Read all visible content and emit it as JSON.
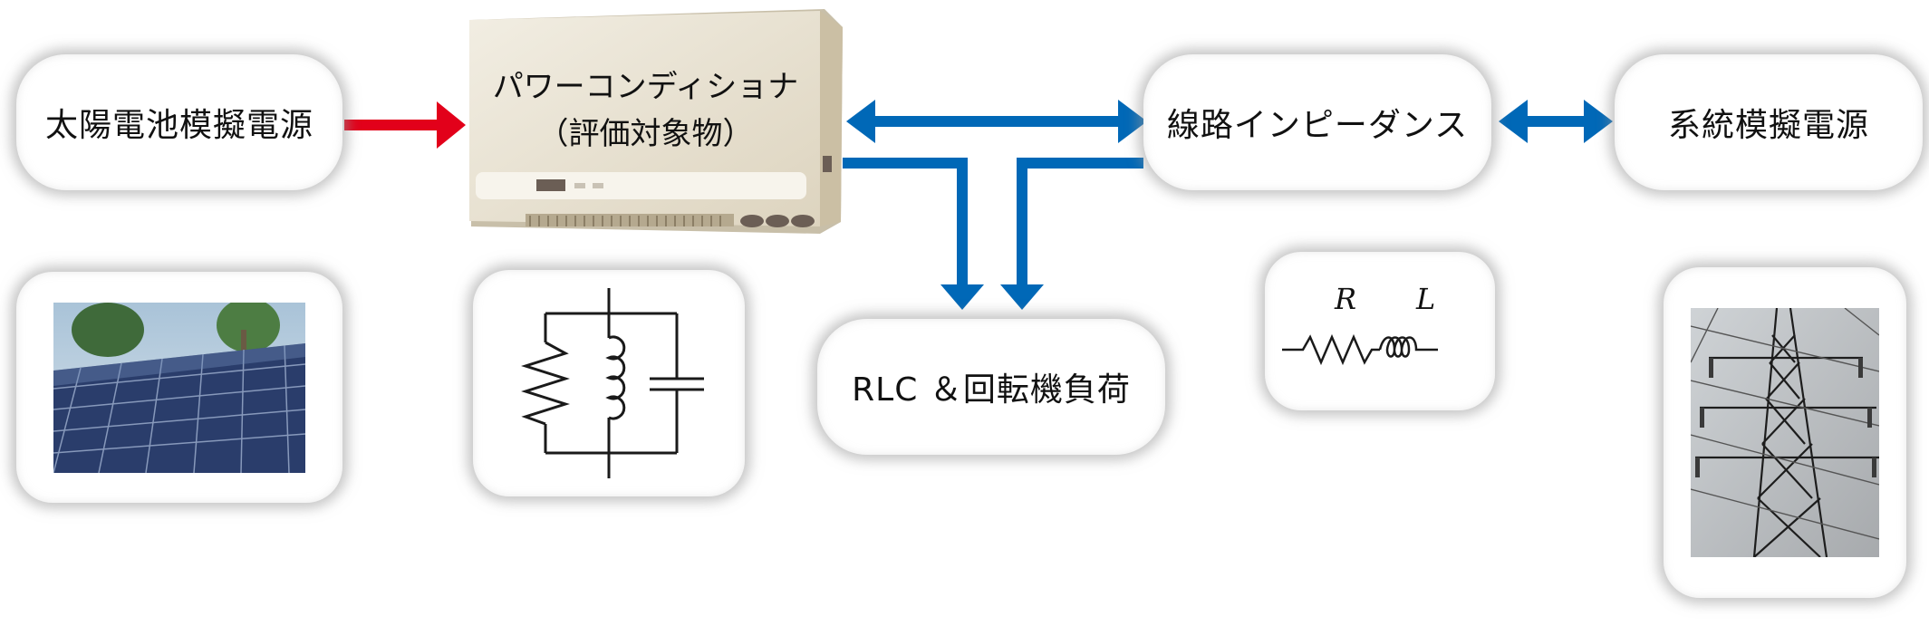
{
  "solar_source": {
    "label": "太陽電池模擬電源"
  },
  "pcs": {
    "line1": "パワーコンディショナ",
    "line2": "（評価対象物）"
  },
  "line_impedance": {
    "label": "線路インピーダンス",
    "r_symbol": "R",
    "l_symbol": "L"
  },
  "grid_source": {
    "label": "系統模擬電源"
  },
  "load": {
    "label": "RLC ＆回転機負荷"
  },
  "colors": {
    "red_arrow": "#e2001a",
    "blue_arrow": "#0068b7",
    "device_body": "#ece6d6"
  },
  "icons": {
    "solar": "solar-panel-photo-icon",
    "rlc": "parallel-rlc-circuit-icon",
    "impedance": "resistor-inductor-series-icon",
    "tower": "transmission-tower-photo-icon"
  }
}
